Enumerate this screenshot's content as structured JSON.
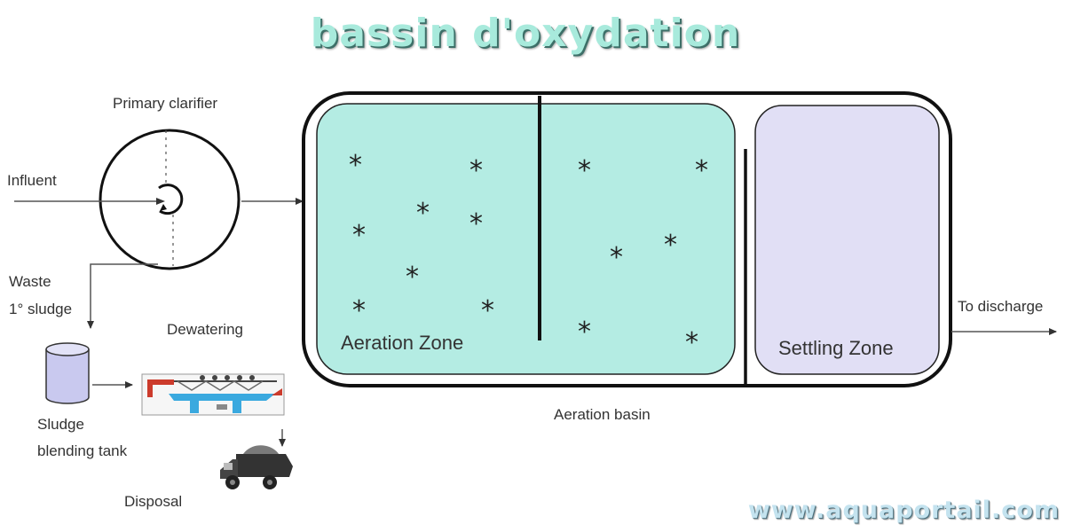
{
  "title": "bassin d'oxydation",
  "watermark": "www.aquaportail.com",
  "labels": {
    "primary_clarifier": "Primary clarifier",
    "influent": "Influent",
    "waste_line1": "Waste",
    "waste_line2": "1° sludge",
    "dewatering": "Dewatering",
    "sludge_line1": "Sludge",
    "sludge_line2": "blending tank",
    "disposal": "Disposal",
    "aeration_zone": "Aeration Zone",
    "settling_zone": "Settling Zone",
    "aeration_basin": "Aeration basin",
    "to_discharge": "To discharge"
  },
  "colors": {
    "aeration_fill": "#b4ece3",
    "settling_fill": "#e1dff5",
    "tank_fill": "#c9c9ef",
    "outline": "#111111",
    "flow_line": "#555555",
    "title_fill": "#a8eadc"
  },
  "icons": {
    "bubble": "*",
    "tank": "sludge-blending-tank-icon",
    "press": "dewatering-press-icon",
    "truck": "disposal-truck-icon"
  }
}
